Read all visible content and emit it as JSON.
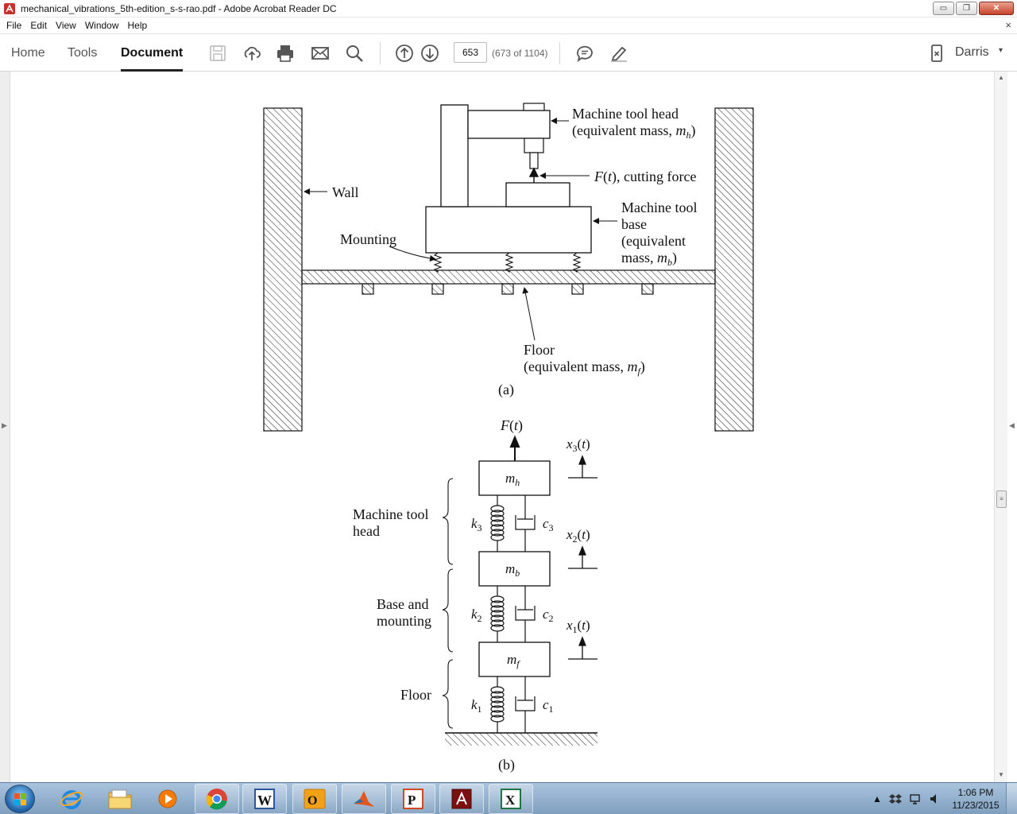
{
  "window": {
    "title": "mechanical_vibrations_5th-edition_s-s-rao.pdf - Adobe Acrobat Reader DC",
    "controls": {
      "minimize": "▭",
      "restore": "❐",
      "close": "✕"
    }
  },
  "menu": {
    "items": [
      "File",
      "Edit",
      "View",
      "Window",
      "Help"
    ],
    "close_symbol": "×"
  },
  "toolbar": {
    "tabs": {
      "home": "Home",
      "tools": "Tools",
      "document": "Document"
    },
    "active_tab": "Document",
    "icons": [
      "save-icon",
      "upload-cloud-icon",
      "print-icon",
      "mail-icon",
      "search-icon",
      "page-up-icon",
      "page-down-icon",
      "comment-icon",
      "pen-highlight-icon",
      "mobile-icon"
    ],
    "page_number": "653",
    "page_count": "(673 of 1104)",
    "user": "Darris",
    "user_caret": "▾"
  },
  "figure": {
    "a": {
      "labels": {
        "head_1": "Machine tool head",
        "head_2_pre": "(equivalent mass, ",
        "head_2_m": "m",
        "head_2_sub": "h",
        "head_2_post": ")",
        "force_F": "F",
        "force_mid": "(",
        "force_t": "t",
        "force_post": "), cutting force",
        "wall": "Wall",
        "base_1": "Machine tool",
        "base_2": "base",
        "base_3": "(equivalent",
        "base_4_pre": "mass, ",
        "base_4_m": "m",
        "base_4_sub": "b",
        "base_4_post": ")",
        "mounting": "Mounting",
        "floor_1": "Floor",
        "floor_2_pre": "(equivalent mass, ",
        "floor_2_m": "m",
        "floor_2_sub": "f",
        "floor_2_post": ")",
        "caption": "(a)"
      }
    },
    "b": {
      "labels": {
        "force_F": "F",
        "force_open": "(",
        "force_t": "t",
        "force_close": ")",
        "mass_m": "m",
        "mass_h": "h",
        "mass_b": "b",
        "mass_f": "f",
        "x": "x",
        "open": "(",
        "t": "t",
        "close": ")",
        "sub1": "1",
        "sub2": "2",
        "sub3": "3",
        "k": "k",
        "c": "c",
        "group_head_1": "Machine tool",
        "group_head_2": "head",
        "group_base_1": "Base and",
        "group_base_2": "mounting",
        "group_floor": "Floor",
        "caption": "(b)"
      }
    }
  },
  "taskbar": {
    "apps": [
      "internet-explorer-icon",
      "file-explorer-icon",
      "media-player-icon",
      "chrome-icon",
      "word-icon",
      "outlook-icon",
      "matlab-icon",
      "powerpoint-icon",
      "acrobat-icon",
      "excel-icon"
    ],
    "tray_caret": "▲",
    "time": "1:06 PM",
    "date": "11/23/2015"
  }
}
